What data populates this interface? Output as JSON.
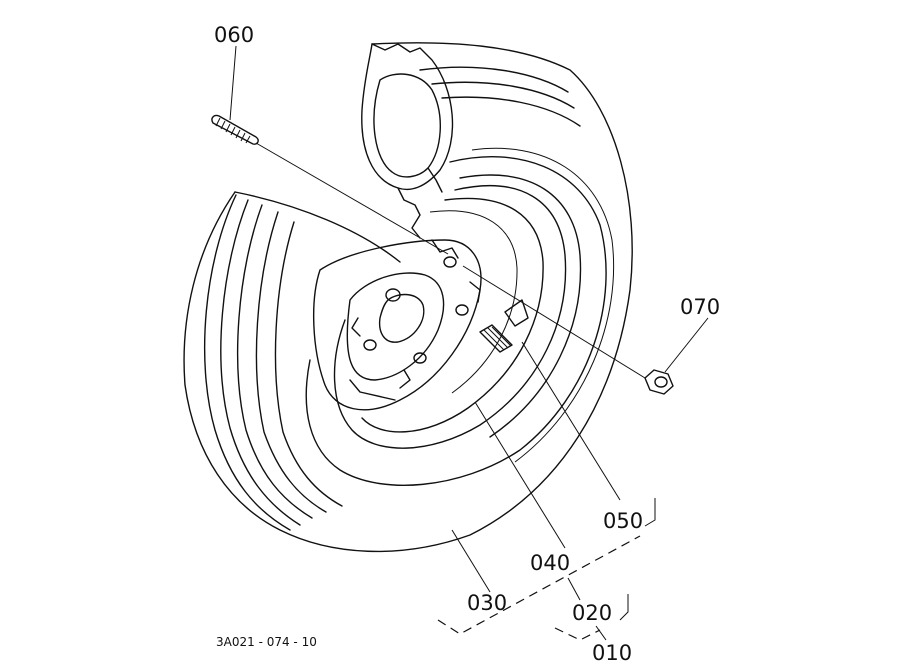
{
  "parts": [
    {
      "id": "060"
    },
    {
      "id": "070"
    },
    {
      "id": "050"
    },
    {
      "id": "040"
    },
    {
      "id": "030"
    },
    {
      "id": "020"
    },
    {
      "id": "010"
    }
  ],
  "drawing_code": "3A021 - 074 - 10"
}
